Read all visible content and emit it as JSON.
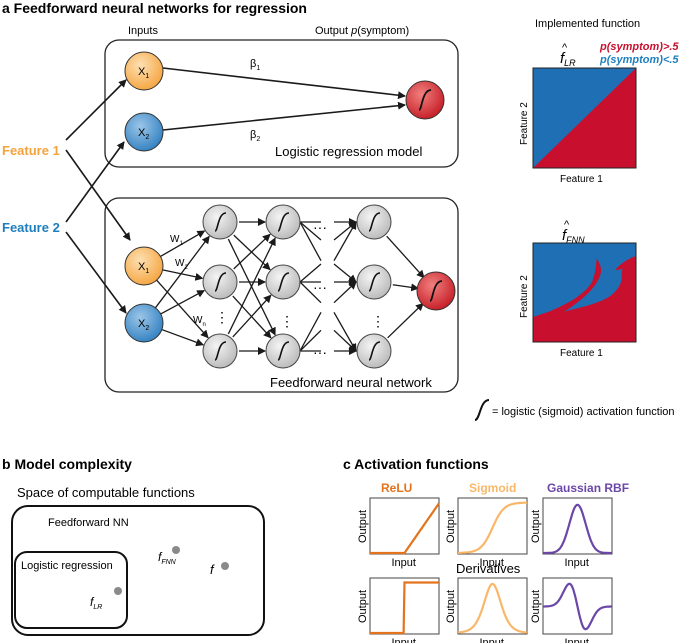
{
  "panel_a": {
    "title": "a Feedforward neural networks for regression",
    "inputs_label": "Inputs",
    "output_label": "Output p(symptom)",
    "feature1": "Feature 1",
    "feature2": "Feature 2",
    "x1": "X",
    "x1_sub": "1",
    "x2": "X",
    "x2_sub": "2",
    "beta1": "β",
    "beta1_sub": "1",
    "beta2": "β",
    "beta2_sub": "2",
    "w1": "W",
    "w1_sub": "1",
    "w2": "W",
    "w2_sub": "2",
    "wn": "W",
    "wn_sub": "n",
    "dots_h": "···",
    "dots_v": "⋮",
    "lr_model_label": "Logistic regression model",
    "ffn_label": "Feedforward neural network",
    "implemented_function": "Implemented function",
    "legend_high": "p(symptom)>.5",
    "legend_low": "p(symptom)<.5",
    "f_lr": "f",
    "f_lr_sub": "LR",
    "f_fnn": "f",
    "f_fnn_sub": "FNN",
    "feature2_axis": "Feature 2",
    "feature1_axis": "Feature 1",
    "activation_note": "= logistic (sigmoid) activation function"
  },
  "panel_b": {
    "title": "b Model complexity",
    "space_label": "Space of computable functions",
    "ffn_box": "Feedforward NN",
    "lr_box": "Logistic regression",
    "f_fnn": "f",
    "f_fnn_sub": "FNN",
    "f_lr": "f",
    "f_lr_sub": "LR",
    "f_true": "f"
  },
  "panel_c": {
    "title": "c Activation functions",
    "relu": "ReLU",
    "sigmoid": "Sigmoid",
    "rbf": "Gaussian RBF",
    "derivatives": "Derivatives",
    "input": "Input",
    "output": "Output"
  },
  "colors": {
    "orange": "#f5a33d",
    "blue": "#1f7fbd",
    "red": "#c8102e",
    "relu": "#e3731c",
    "sigmoid": "#f9b76a",
    "rbf": "#6b47a8",
    "node_orange": "#fbc47f",
    "node_blue": "#5b9fd3",
    "node_gray": "#d2d2d2"
  }
}
